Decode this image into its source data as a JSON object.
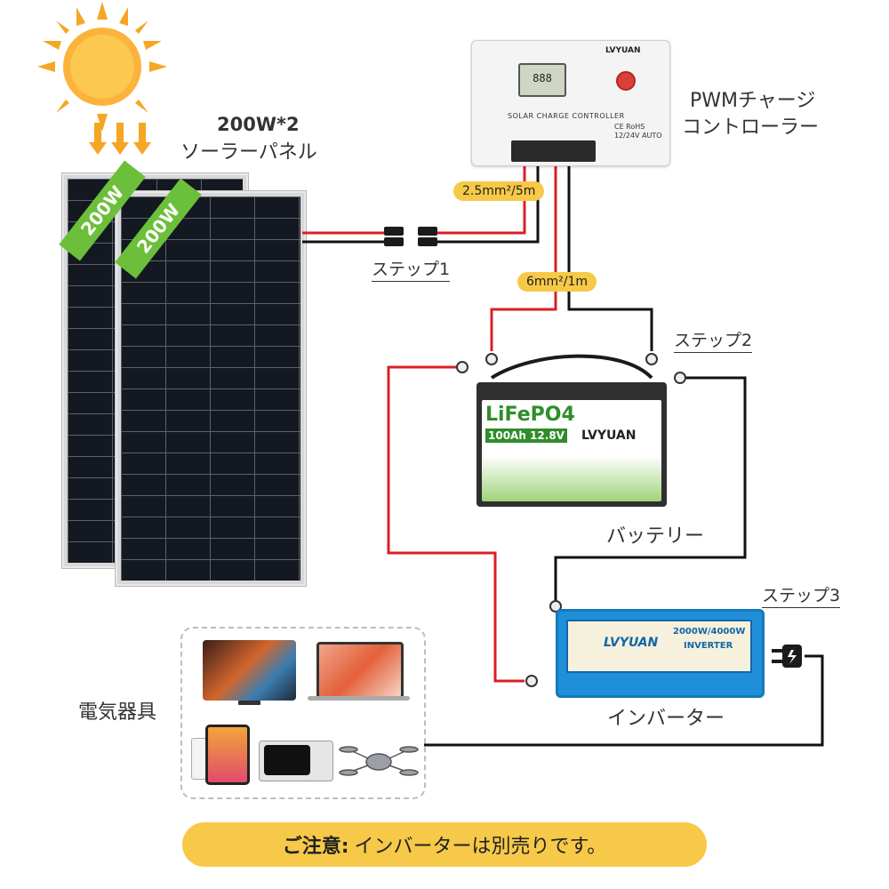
{
  "panels": {
    "title": "200W*2",
    "subtitle": "ソーラーパネル",
    "badge": "200W"
  },
  "controller": {
    "label_line1": "PWMチャージ",
    "label_line2": "コントローラー",
    "brand": "LVYUAN",
    "device_title": "SOLAR CHARGE CONTROLLER",
    "display": "888",
    "cert": "CE RoHS",
    "voltage": "12/24V AUTO"
  },
  "wires": {
    "pv_cable": "2.5mm²/5m",
    "battery_cable": "6mm²/1m"
  },
  "steps": {
    "step1": "ステップ1",
    "step2": "ステップ2",
    "step3": "ステップ3"
  },
  "battery": {
    "label": "バッテリー",
    "chem": "LiFePO4",
    "capacity": "100Ah 12.8V",
    "brand": "LVYUAN"
  },
  "inverter": {
    "label": "インバーター",
    "brand": "LVYUAN",
    "rating": "2000W/4000W",
    "type": "INVERTER"
  },
  "appliances": {
    "label": "電気器具"
  },
  "notice": {
    "bold": "ご注意:",
    "text": "インバーターは別売りです。"
  },
  "colors": {
    "accent": "#f7c948",
    "positive_wire": "#d92027",
    "negative_wire": "#111111",
    "ribbon": "#6cbf3a",
    "inverter": "#1e8fd8"
  }
}
